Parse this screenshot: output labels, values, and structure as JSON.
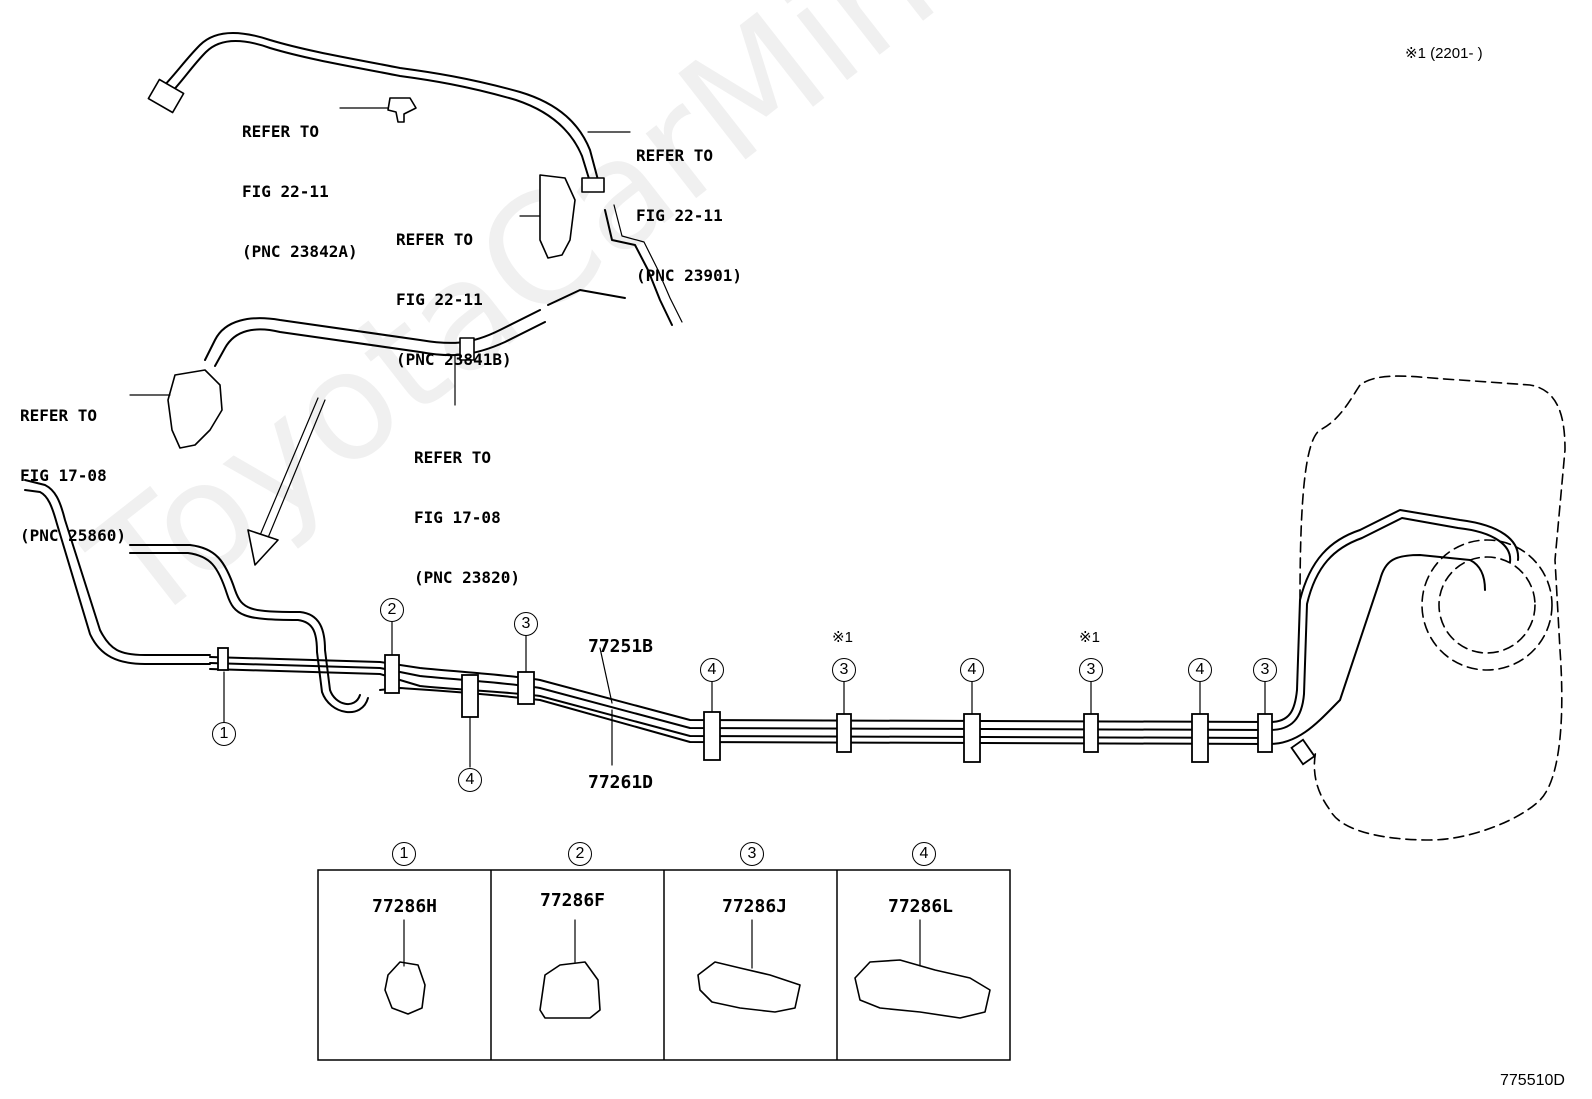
{
  "note_top_right": "※1 (2201-      )",
  "figure_id": "775510D",
  "watermark": "ToyotaCarMine.ru",
  "refer_labels": [
    {
      "line1": "REFER TO",
      "line2": "FIG 22-11",
      "line3": "(PNC 23842A)"
    },
    {
      "line1": "REFER TO",
      "line2": "FIG 22-11",
      "line3": "(PNC 23901)"
    },
    {
      "line1": "REFER TO",
      "line2": "FIG 22-11",
      "line3": "(PNC 23841B)"
    },
    {
      "line1": "REFER TO",
      "line2": "FIG 17-08",
      "line3": "(PNC 25860)"
    },
    {
      "line1": "REFER TO",
      "line2": "FIG 17-08",
      "line3": "(PNC 23820)"
    }
  ],
  "part_numbers": {
    "upper_tube": "77251B",
    "lower_tube": "77261D"
  },
  "callouts": {
    "c1": "1",
    "c2": "2",
    "c3": "3",
    "c4": "4",
    "marker": "※1"
  },
  "legend": [
    {
      "number": "1",
      "part": "77286H"
    },
    {
      "number": "2",
      "part": "77286F"
    },
    {
      "number": "3",
      "part": "77286J"
    },
    {
      "number": "4",
      "part": "77286L"
    }
  ]
}
